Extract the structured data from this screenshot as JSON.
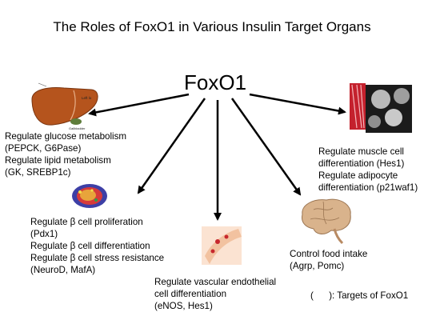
{
  "title": "The Roles of FoxO1 in Various Insulin Target Organs",
  "center_label": "FoxO1",
  "liver": {
    "image_labels": [
      "Left lo",
      "Gallbladder"
    ],
    "lines": [
      "Regulate glucose metabolism",
      "(PEPCK, G6Pase)",
      "Regulate lipid metabolism",
      "(GK, SREBP1c)"
    ]
  },
  "muscle_fat": {
    "lines": [
      "Regulate muscle cell",
      "differentiation (Hes1)",
      "Regulate adipocyte",
      "differentiation (p21waf1)"
    ]
  },
  "beta_cell": {
    "lines": [
      "Regulate β cell proliferation",
      "(Pdx1)",
      "Regulate β cell differentiation",
      "Regulate β cell stress resistance",
      "(NeuroD, MafA)"
    ]
  },
  "vascular": {
    "lines": [
      "Regulate vascular endothelial",
      "cell differentiation",
      "(eNOS, Hes1)"
    ]
  },
  "brain": {
    "lines": [
      "Control food intake",
      "(Agrp, Pomc)"
    ]
  },
  "legend": "(      ): Targets of FoxO1",
  "colors": {
    "arrow": "#000000",
    "liver": "#b5541d",
    "muscle": "#b21e2b",
    "pancreas": "#3d3fa6",
    "brain": "#d9b38c",
    "vessel": "#f2c2a0"
  }
}
